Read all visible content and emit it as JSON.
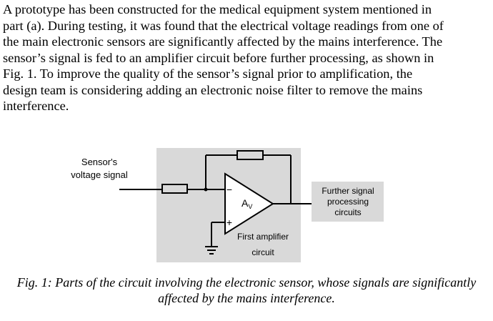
{
  "paragraph": {
    "lines": [
      "A prototype has been constructed for the medical equipment system mentioned in",
      "part (a). During testing, it was found that the electrical voltage readings from one of",
      "the main electronic sensors are significantly affected by the mains interference. The",
      "sensor’s signal is fed to an amplifier circuit before further processing, as shown in",
      "Fig. 1. To improve the quality of the sensor’s signal prior to amplification, the",
      "design team is considering adding an electronic noise filter to remove the mains",
      "interference."
    ]
  },
  "diagram": {
    "sensor_label_line1": "Sensor's",
    "sensor_label_line2": "voltage signal",
    "gain_label": "A",
    "gain_subscript": "V",
    "minus_sign": "−",
    "plus_sign": "+",
    "amp_label_line1": "First amplifier",
    "amp_label_line2": "circuit",
    "further_label_line1": "Further signal",
    "further_label_line2": "processing",
    "further_label_line3": "circuits",
    "colors": {
      "amp_panel": "#d9d9d9",
      "further_box": "#d9d9d9",
      "wire": "#000000"
    }
  },
  "caption": {
    "line1": "Fig. 1: Parts of the circuit involving the electronic sensor, whose signals are significantly",
    "line2": "affected by the mains interference."
  }
}
